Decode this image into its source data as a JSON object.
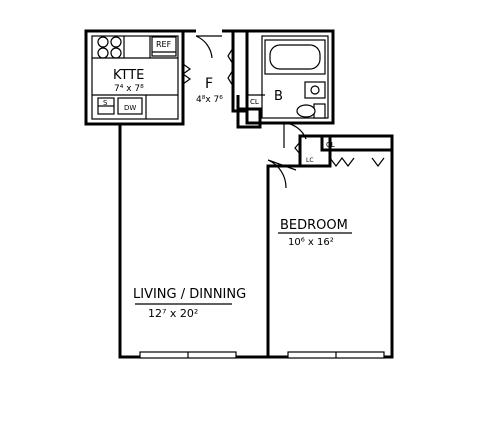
{
  "rooms": {
    "kitchen": {
      "name": "KTTE",
      "dims": "7⁴ x 7⁸"
    },
    "foyer": {
      "name": "F",
      "dims": "4⁸x 7⁶"
    },
    "bath": {
      "name": "B"
    },
    "living": {
      "name": "LIVING / DINNING",
      "dims": "12⁷ x 20²"
    },
    "bedroom": {
      "name": "BEDROOM",
      "dims": "10⁶ x 16²"
    }
  },
  "fixtures": {
    "refrigerator": "REF",
    "dishwasher": "DW",
    "sink": "S",
    "closet_foyer": "CL",
    "closet_bedroom": "CL",
    "linen_closet": "LC"
  }
}
